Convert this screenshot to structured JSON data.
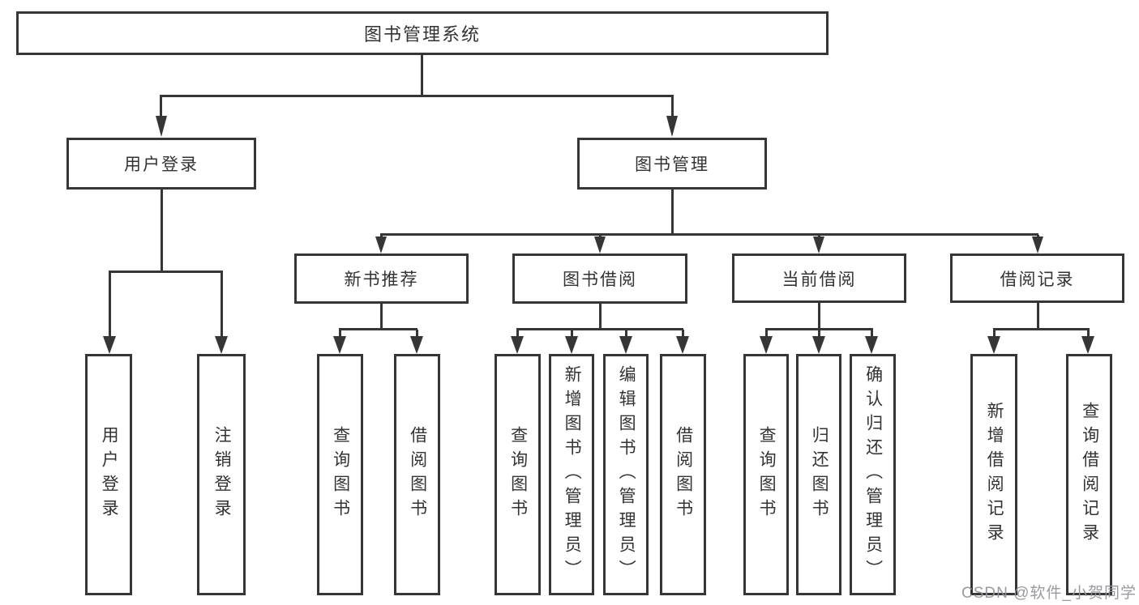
{
  "root": {
    "label": "图书管理系统"
  },
  "user": {
    "label": "用户登录",
    "children": [
      {
        "label": "用户登录"
      },
      {
        "label": "注销登录"
      }
    ]
  },
  "mgmt": {
    "label": "图书管理",
    "sections": [
      {
        "label": "新书推荐",
        "children": [
          {
            "label": "查询图书"
          },
          {
            "label": "借阅图书"
          }
        ]
      },
      {
        "label": "图书借阅",
        "children": [
          {
            "label": "查询图书"
          },
          {
            "label": "新增图书（管理员）"
          },
          {
            "label": "编辑图书（管理员）"
          },
          {
            "label": "借阅图书"
          }
        ]
      },
      {
        "label": "当前借阅",
        "children": [
          {
            "label": "查询图书"
          },
          {
            "label": "归还图书"
          },
          {
            "label": "确认归还（管理员）"
          }
        ]
      },
      {
        "label": "借阅记录",
        "children": [
          {
            "label": "新增借阅记录"
          },
          {
            "label": "查询借阅记录"
          }
        ]
      }
    ]
  },
  "watermark": {
    "text": "CSDN @软件_小贺同学"
  },
  "colors": {
    "line": "#363636",
    "text": "#333333",
    "watermark": "#94969a"
  }
}
